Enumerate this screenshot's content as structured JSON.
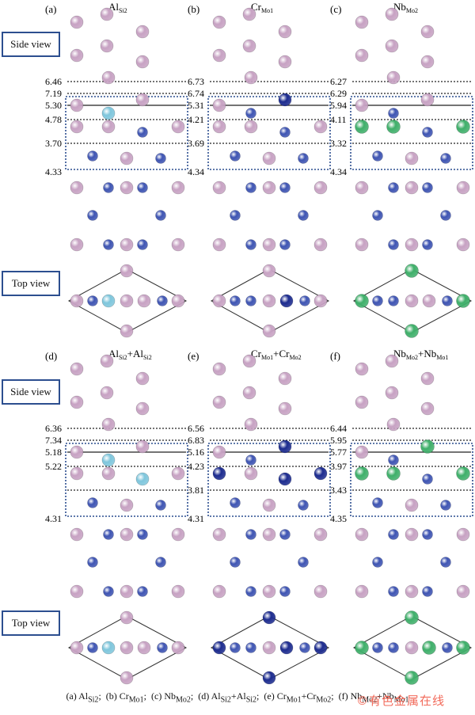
{
  "labels": {
    "side_view": "Side view",
    "top_view": "Top view"
  },
  "colors": {
    "mo_atom": "#c7a2c3",
    "si_atom": "#3f55b3",
    "al_atom": "#7fc6dc",
    "cr_atom": "#1d2c8f",
    "nb_atom": "#3faf6a",
    "dashed_line": "#222222",
    "selection_box": "#2c4e8f",
    "view_box_border": "#2c4e8f",
    "watermark": "#f26a5a"
  },
  "panels": [
    {
      "letter": "(a)",
      "title_main": "Al",
      "title_sub": "Si2",
      "substituent": "al",
      "distances": [
        "6.46",
        "7.19",
        "5.30",
        "4.78",
        "3.70",
        "4.33"
      ]
    },
    {
      "letter": "(b)",
      "title_main": "Cr",
      "title_sub": "Mo1",
      "substituent": "cr",
      "distances": [
        "6.73",
        "6.74",
        "5.31",
        "4.21",
        "3.69",
        "4.34"
      ]
    },
    {
      "letter": "(c)",
      "title_main": "Nb",
      "title_sub": "Mo2",
      "substituent": "nb",
      "distances": [
        "6.27",
        "6.29",
        "5.94",
        "4.11",
        "3.32",
        "4.34"
      ]
    },
    {
      "letter": "(d)",
      "title_main": "Al",
      "title_sub": "Si2",
      "title_mid": "+Al",
      "title_sub2": "Si2",
      "substituent": "al",
      "distances": [
        "6.36",
        "7.34",
        "5.18",
        "5.22",
        "",
        "4.31"
      ]
    },
    {
      "letter": "(e)",
      "title_main": "Cr",
      "title_sub": "Mo1",
      "title_mid": "+Cr",
      "title_sub2": "Mo2",
      "substituent": "cr",
      "distances": [
        "6.56",
        "6.83",
        "5.16",
        "4.23",
        "3.81",
        "4.31"
      ]
    },
    {
      "letter": "(f)",
      "title_main": "Nb",
      "title_sub": "Mo2",
      "title_mid": "+Nb",
      "title_sub2": "Mo1",
      "substituent": "nb",
      "distances": [
        "6.44",
        "5.95",
        "5.77",
        "3.97",
        "3.43",
        "4.35"
      ]
    }
  ],
  "caption": "(a) Al Si2;  (b) Cr Mo1;  (c) Nb Mo2;  (d) Al Si2+Al Si2;  (e) Cr Mo1+Cr Mo2;  (f) Nb Mo2+Nb Mo1",
  "watermark": "©有色金属在线"
}
